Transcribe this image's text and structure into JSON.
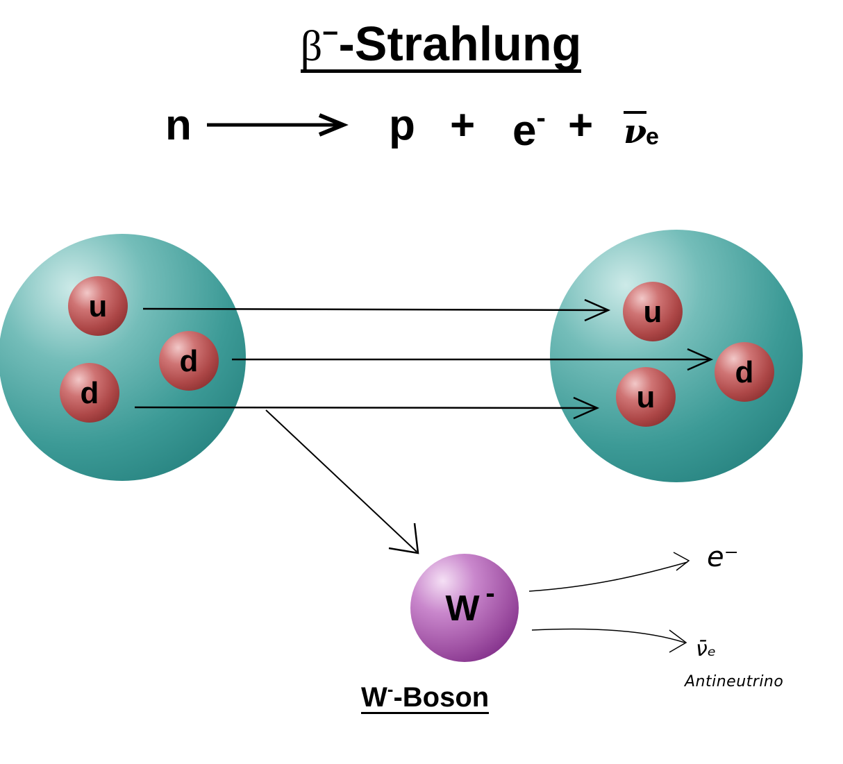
{
  "title": {
    "symbol": "β",
    "superscript": "−",
    "text": "-Strahlung"
  },
  "equation": {
    "left": "n",
    "right_1": "p",
    "plus": "+",
    "right_2": "e",
    "right_2_sup": "-",
    "right_3": "ν",
    "right_3_sub": "e"
  },
  "neutron": {
    "quarks": [
      "u",
      "d",
      "d"
    ]
  },
  "proton": {
    "quarks": [
      "u",
      "u",
      "d"
    ]
  },
  "boson": {
    "symbol": "W",
    "symbol_sup": "-",
    "label_main": "W",
    "label_sup": "-",
    "label_rest": "-Boson"
  },
  "handwritten": {
    "electron": "e⁻",
    "antineutrino_symbol": "ν̄ₑ",
    "antineutrino_word": "Antineutrino"
  },
  "colors": {
    "nucleon": "#2e8f8c",
    "quark": "#a83c3c",
    "boson": "#9a3d9e"
  }
}
